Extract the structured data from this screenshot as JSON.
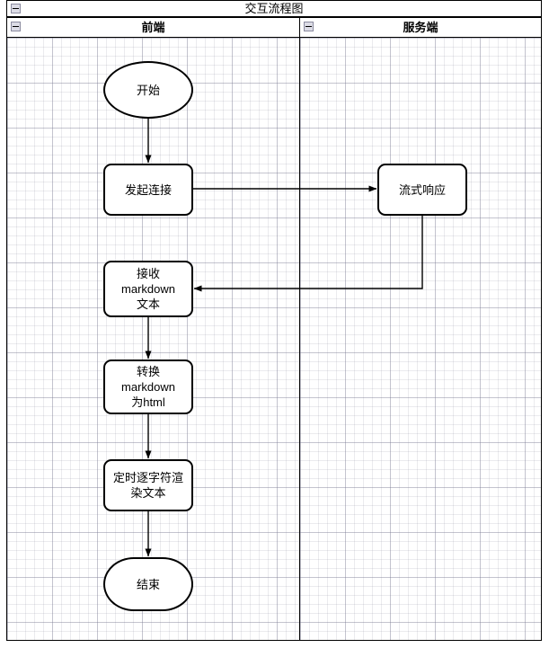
{
  "pool": {
    "title": "交互流程图",
    "collapse_icon": "minus-box-icon"
  },
  "lanes": [
    {
      "id": "frontend",
      "label": "前端",
      "collapse_icon": "minus-box-icon"
    },
    {
      "id": "server",
      "label": "服务端",
      "collapse_icon": "minus-box-icon"
    }
  ],
  "nodes": [
    {
      "id": "start",
      "lane": "frontend",
      "shape": "ellipse",
      "label": "开始"
    },
    {
      "id": "connect",
      "lane": "frontend",
      "shape": "process",
      "label": "发起连接"
    },
    {
      "id": "stream",
      "lane": "server",
      "shape": "process",
      "label": "流式响应"
    },
    {
      "id": "receive",
      "lane": "frontend",
      "shape": "process",
      "label": "接收\nmarkdown\n文本"
    },
    {
      "id": "convert",
      "lane": "frontend",
      "shape": "process",
      "label": "转换\nmarkdown\n为html"
    },
    {
      "id": "render",
      "lane": "frontend",
      "shape": "process",
      "label": "定时逐字符渲\n染文本"
    },
    {
      "id": "end",
      "lane": "frontend",
      "shape": "stadium",
      "label": "结束"
    }
  ],
  "edges": [
    {
      "from": "start",
      "to": "connect",
      "label": ""
    },
    {
      "from": "connect",
      "to": "stream",
      "label": ""
    },
    {
      "from": "stream",
      "to": "receive",
      "label": ""
    },
    {
      "from": "receive",
      "to": "convert",
      "label": ""
    },
    {
      "from": "convert",
      "to": "render",
      "label": ""
    },
    {
      "from": "render",
      "to": "end",
      "label": ""
    }
  ],
  "colors": {
    "shape_stroke": "#000000",
    "shape_fill": "#ffffff",
    "lane_border": "#000000",
    "grid_minor": "#d6d6e0",
    "grid_major": "#c0c0cf",
    "canvas": "#ffffff"
  }
}
